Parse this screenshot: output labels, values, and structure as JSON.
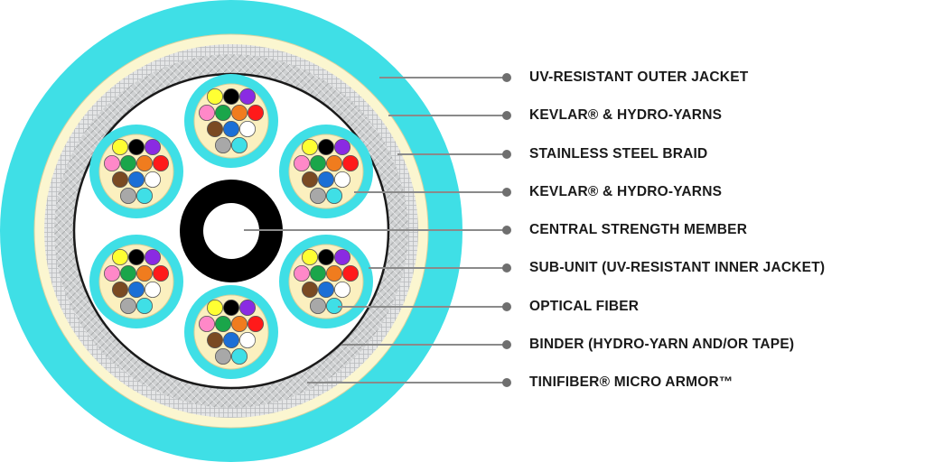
{
  "callouts": [
    {
      "label": "UV-RESISTANT OUTER JACKET"
    },
    {
      "label": "KEVLAR® & HYDRO-YARNS"
    },
    {
      "label": "STAINLESS STEEL BRAID"
    },
    {
      "label": "KEVLAR® & HYDRO-YARNS"
    },
    {
      "label": "CENTRAL STRENGTH MEMBER"
    },
    {
      "label": "SUB-UNIT (UV-RESISTANT INNER JACKET)"
    },
    {
      "label": "OPTICAL FIBER"
    },
    {
      "label": "BINDER (HYDRO-YARN AND/OR TAPE)"
    },
    {
      "label": "TINIFIBER® MICRO ARMOR™"
    }
  ],
  "colors": {
    "outer_jacket": "#3fdfe6",
    "kevlar_yarn": "#fbf6d0",
    "steel_braid": "#c9cbcc",
    "inner_core": "#ffffff",
    "subunit_jacket": "#3fdfe6",
    "subunit_yarn": "#fbf0bf",
    "central_member": "#000000",
    "leader_line": "#8a8a8a",
    "leader_dot": "#6f6f6f"
  },
  "fiber_colors": [
    "#ffff33",
    "#000000",
    "#8a2be2",
    "#ff88c8",
    "#1aa64a",
    "#f07c1e",
    "#ff1a1a",
    "#7a4a22",
    "#1b6fd6",
    "#ffffff",
    "#a8a8a8",
    "#3fdfe6"
  ]
}
